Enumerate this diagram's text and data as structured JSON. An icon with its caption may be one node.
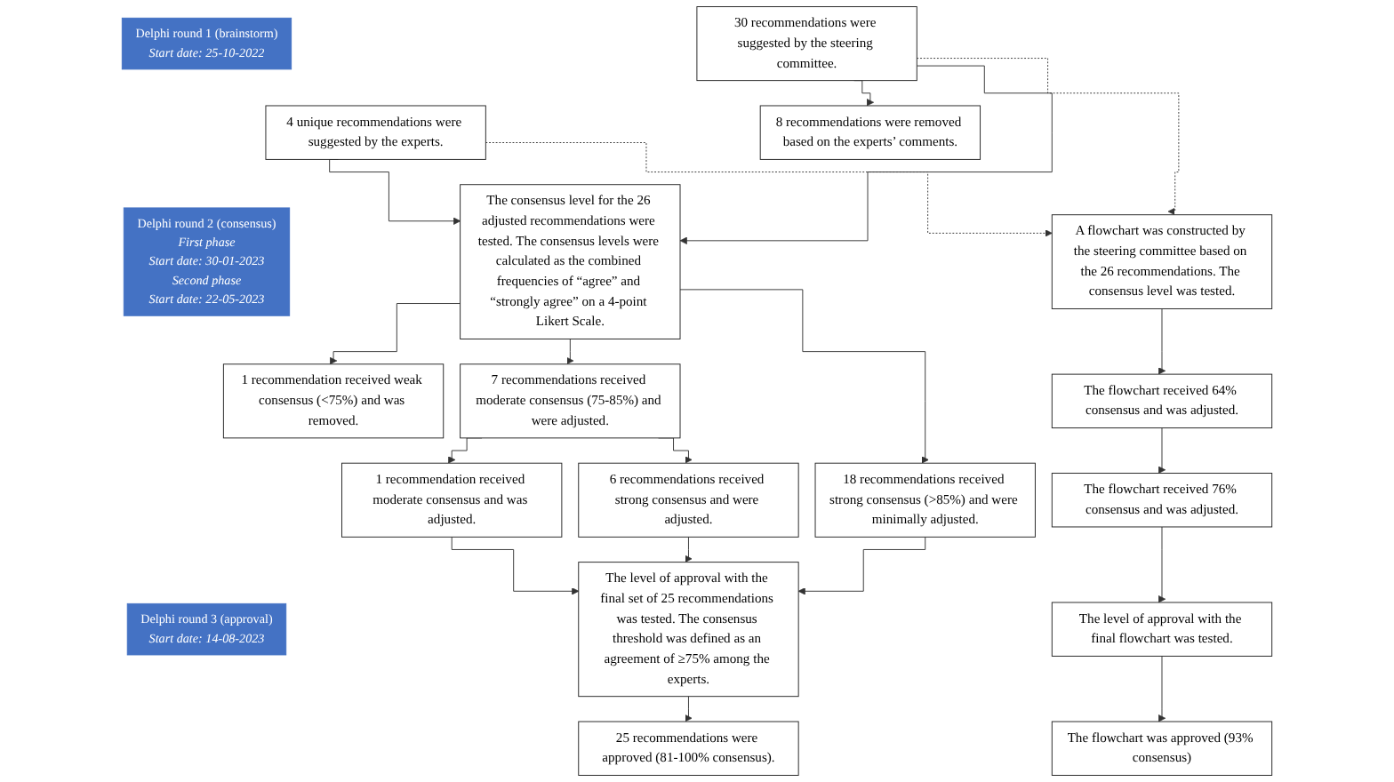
{
  "diagram": {
    "nodes": [
      {
        "text": [
          "Delphi round 1 (brainstorm)",
          "Start date: 25-10-2022"
        ]
      },
      {
        "text": [
          "30 recommendations were suggested by the steering committee."
        ]
      },
      {
        "text": [
          "8 recommendations were removed based on the experts’ comments."
        ]
      },
      {
        "text": [
          "4 unique recommendations were suggested by the experts."
        ]
      },
      {
        "text": [
          "Delphi round 2 (consensus)",
          "First phase",
          "Start date: 30-01-2023",
          "Second phase",
          "Start date: 22-05-2023"
        ]
      },
      {
        "text": [
          "The consensus level for the 26 adjusted recommendations were tested. The consensus levels were calculated as the combined frequencies of “agree” and “strongly agree” on a 4-point Likert Scale."
        ]
      },
      {
        "text": [
          "A flowchart was constructed by the steering committee based on the 26 recommendations. The consensus level was tested."
        ]
      },
      {
        "text": [
          "1 recommendation received weak consensus (<75%) and was removed."
        ]
      },
      {
        "text": [
          "7 recommendations received moderate consensus (75-85%) and were adjusted."
        ]
      },
      {
        "text": [
          "18 recommendations received strong consensus (>85%) and were minimally adjusted."
        ]
      },
      {
        "text": [
          "The flowchart received 64% consensus and was adjusted."
        ]
      },
      {
        "text": [
          "1 recommendation received moderate consensus and was adjusted."
        ]
      },
      {
        "text": [
          "6 recommendations received strong consensus and were adjusted."
        ]
      },
      {
        "text": [
          "The flowchart received 76% consensus and was adjusted."
        ]
      },
      {
        "text": [
          "Delphi round 3 (approval)",
          "Start date: 14-08-2023"
        ]
      },
      {
        "text": [
          "The level of approval with the final set of 25 recommendations was tested. The consensus threshold was defined as an agreement of ≥75% among the experts."
        ]
      },
      {
        "text": [
          "The level of approval with the final flowchart was tested."
        ]
      },
      {
        "text": [
          "25 recommendations were approved (81-100% consensus)."
        ]
      },
      {
        "text": [
          "The flowchart was approved (93% consensus)"
        ]
      }
    ],
    "edges": [
      {
        "from": 1,
        "to": 2,
        "arrow": "to"
      },
      {
        "from": 3,
        "to": 5,
        "arrow": "to"
      },
      {
        "from": 1,
        "to": 5,
        "arrow": "to"
      },
      {
        "from": 1,
        "to": 6,
        "arrow": "to",
        "style": "dashed"
      },
      {
        "from": 3,
        "to": 6,
        "arrow": "to",
        "style": "dashed"
      },
      {
        "from": 5,
        "to": 7,
        "arrow": "to"
      },
      {
        "from": 5,
        "to": 8,
        "arrow": "to"
      },
      {
        "from": 5,
        "to": 9,
        "arrow": "to"
      },
      {
        "from": 6,
        "to": 10,
        "arrow": "to"
      },
      {
        "from": 8,
        "to": 11,
        "arrow": "to"
      },
      {
        "from": 8,
        "to": 12,
        "arrow": "to"
      },
      {
        "from": 11,
        "to": 15,
        "arrow": "to"
      },
      {
        "from": 12,
        "to": 15,
        "arrow": "to"
      },
      {
        "from": 9,
        "to": 15,
        "arrow": "to"
      },
      {
        "from": 10,
        "to": 13,
        "arrow": "to"
      },
      {
        "from": 13,
        "to": 16,
        "arrow": "to"
      },
      {
        "from": 15,
        "to": 17,
        "arrow": "to"
      },
      {
        "from": 16,
        "to": 18,
        "arrow": "to"
      }
    ]
  }
}
